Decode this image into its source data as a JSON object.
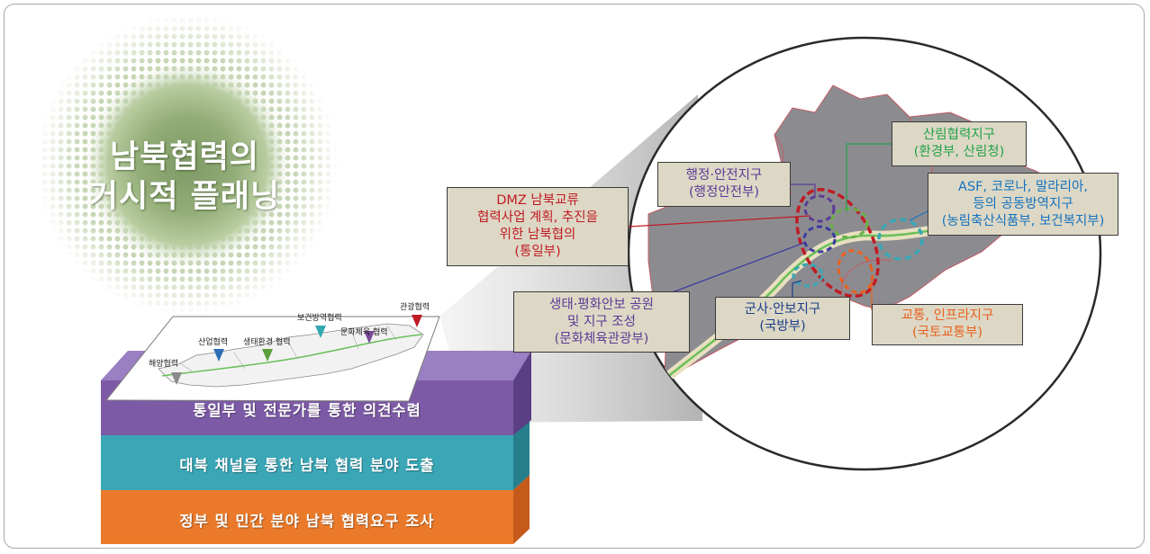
{
  "title": {
    "line1": "남북협력의",
    "line2": "거시적 플래닝"
  },
  "map_labels": {
    "haeyang": "해양협력",
    "saneop": "산업협력",
    "saengtae": "생태환경 협력",
    "bogeon": "보건방역협력",
    "munhwa": "문화체육 협력",
    "gwangwang": "관광협력"
  },
  "layers": {
    "top": "통일부 및 전문가를 통한 의견수렴",
    "middle": "대북 채널을 통한 남북 협력 분야 도출",
    "bottom": "정부 및 민간 분야 남북 협력요구 조사"
  },
  "boxes": {
    "dmz": {
      "lines": [
        "DMZ 남북교류",
        "협력사업 계획, 추진을",
        "위한 남북협의",
        "(통일부)"
      ]
    },
    "admin": {
      "lines": [
        "행정·안전지구",
        "(행정안전부)"
      ]
    },
    "forest": {
      "lines": [
        "산림협력지구",
        "(환경부, 산림청)"
      ]
    },
    "asf": {
      "lines": [
        "ASF, 코로나, 말라리아,",
        "등의 공동방역지구",
        "(농림축산식품부, 보건복지부)"
      ]
    },
    "eco": {
      "lines": [
        "생태·평화안보 공원",
        "및 지구 조성",
        "(문화체육관광부)"
      ]
    },
    "military": {
      "lines": [
        "군사·안보지구",
        "(국방부)"
      ]
    },
    "transport": {
      "lines": [
        "교통, 인프라지구",
        "(국토교통부)"
      ]
    }
  },
  "colors": {
    "dmz": "#c11b24",
    "admin": "#5a3b96",
    "forest": "#23a24a",
    "asf": "#1572c0",
    "eco": "#5a3b96",
    "military": "#1c3f8a",
    "transport": "#e8611f",
    "layer_top": "#7d5aa6",
    "layer_middle": "#3aa6b6",
    "layer_bottom": "#ea7a2a"
  }
}
